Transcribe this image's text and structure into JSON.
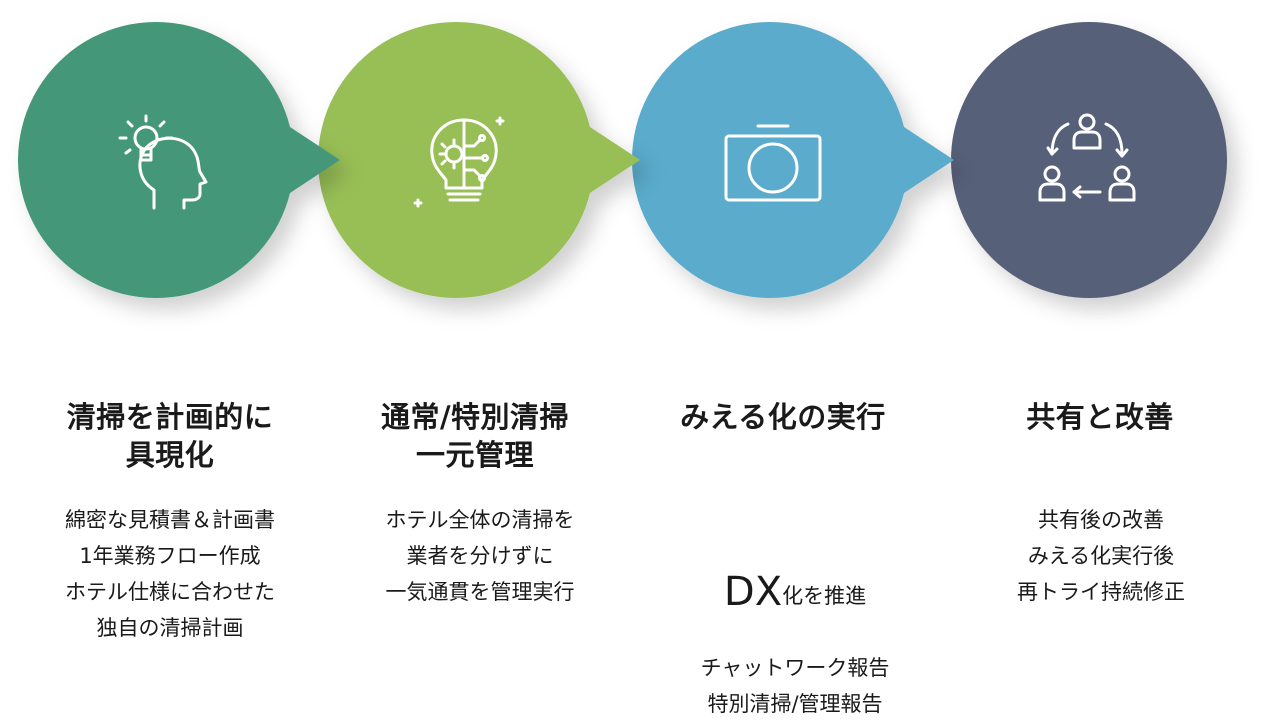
{
  "colors": {
    "step1": "#45977a",
    "step2": "#98bf56",
    "step3": "#5aabcc",
    "step4": "#566079",
    "icon_stroke": "#ffffff"
  },
  "steps": [
    {
      "icon": "idea-head-icon",
      "title": "清掃を計画的に\n具現化",
      "desc": "綿密な見積書＆計画書\n1年業務フロー作成\nホテル仕様に合わせた\n独自の清掃計画"
    },
    {
      "icon": "tech-lightbulb-icon",
      "title": "通常/特別清掃\n一元管理",
      "desc": "ホテル全体の清掃を\n業者を分けずに\n一気通貫を管理実行"
    },
    {
      "icon": "camera-icon",
      "title": "みえる化の実行",
      "desc_dx": "DX",
      "desc_dx_suffix": "化を推進",
      "desc": "チャットワーク報告\n特別清掃/管理報告"
    },
    {
      "icon": "share-cycle-icon",
      "title": "共有と改善",
      "desc": "共有後の改善\nみえる化実行後\n再トライ持続修正"
    }
  ]
}
